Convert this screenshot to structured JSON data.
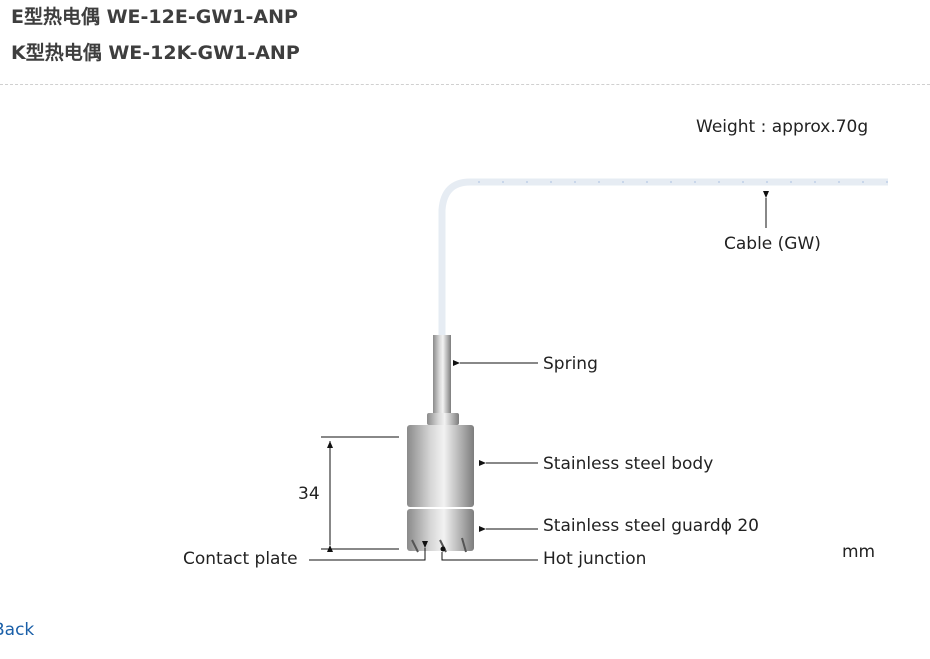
{
  "titles": [
    "E型热电偶 WE-12E-GW1-ANP",
    "K型热电偶 WE-12K-GW1-ANP"
  ],
  "diagram": {
    "weight": "Weight : approx.70g",
    "cable": "Cable (GW)",
    "spring": "Spring",
    "body": "Stainless steel body",
    "guard": "Stainless steel guardϕ 20",
    "hot_junction": "Hot junction",
    "contact_plate": "Contact plate",
    "dimension": "34",
    "unit": "mm"
  },
  "back_link": "Back"
}
